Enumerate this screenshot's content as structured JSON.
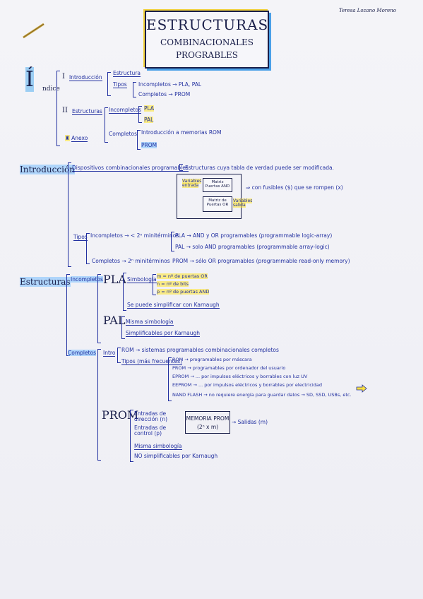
{
  "author": "Teresa Lozano Moreno",
  "title": {
    "line1": "ESTRUCTURAS",
    "line2": "COMBINACIONALES",
    "line3": "PROGRABLES"
  },
  "indice": {
    "label": "Índice",
    "I": "I",
    "introduccion": "Introducción",
    "estructura": "Estructura",
    "tipos": "Tipos",
    "incompletos": "Incompletos → PLA, PAL",
    "completos": "Completos → PROM",
    "II": "II",
    "estructuras": "Estructuras",
    "incompletos2": "Incompletos",
    "pla": "PLA",
    "pal": "PAL",
    "completos2": "Completos",
    "intro_rom": "Introducción a memorias ROM",
    "prom": "PROM",
    "anexo": "Anexo"
  },
  "intro_section": {
    "label": "Introducción",
    "dispositivos": "Dispositivos combinacionales programables",
    "estructuras_def": "Estructuras cuya tabla de verdad puede ser modificada.",
    "variables_entrada": "Variables entrada",
    "matriz_and": "Matriz Puertas AND",
    "matriz_or": "Matriz de Puertas OR",
    "variables_salida": "Variables salida",
    "fusibles": "⇒ con fusibles ($) que se rompen (x)",
    "tipos": "Tipos",
    "incompletos": "Incompletos → < 2ⁿ minitérminos",
    "pla_desc": "PLA → AND y OR programables (programmable logic-array)",
    "pal_desc": "PAL → solo AND programables (programmable array-logic)",
    "completos": "Completos → 2ⁿ minitérminos",
    "prom_desc": "PROM → sólo OR programables (programmable read-only memory)"
  },
  "estructuras_section": {
    "label": "Estructuras",
    "incompletos": "Incompletos",
    "pla": "PLA",
    "simbologia": "Simbología",
    "m_desc": "m = nº de puertas OR",
    "n_desc": "n = nº de bits",
    "p_desc": "p = nº de puertas AND",
    "simplificar": "Se puede simplificar con Karnaugh",
    "pal": "PAL",
    "misma": "Misma simbología",
    "simplificables": "Simplificables por Karnaugh",
    "completos": "Completos",
    "intro": "Intro",
    "rom": "ROM → sistemas programables combinacionales completos",
    "tipos": "Tipos (más frecuentes)",
    "t_rom": "ROM → programables por máscara",
    "t_prom": "PROM → programables por ordenador del usuario",
    "t_eprom": "EPROM → ... por impulsos eléctricos y borrables con luz UV",
    "t_eeprom": "EEPROM → ... por impulsos eléctricos y borrables por electricidad",
    "t_nand": "NAND FLASH → no requiere energía para guardar datos → SD, SSD, USBs, etc.",
    "prom": "PROM",
    "entradas_dir": "Entradas de dirección (n)",
    "entradas_ctrl": "Entradas de control (p)",
    "memoria": "MEMORIA PROM",
    "memoria_dim": "(2ⁿ x m)",
    "salidas": "→ Salidas (m)",
    "no_simpl": "NO simplificables por Karnaugh"
  }
}
